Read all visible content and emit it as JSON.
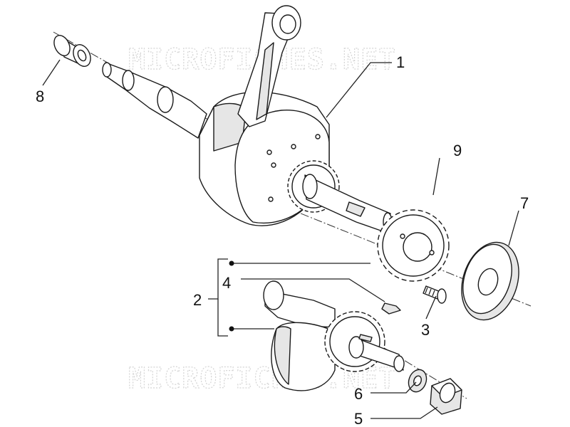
{
  "watermarks": [
    "MICROFICHES.NET",
    "MICROFICHES.NET"
  ],
  "callouts": [
    {
      "id": "1",
      "text": "1"
    },
    {
      "id": "2",
      "text": "2"
    },
    {
      "id": "3",
      "text": "3"
    },
    {
      "id": "4",
      "text": "4"
    },
    {
      "id": "5",
      "text": "5"
    },
    {
      "id": "6",
      "text": "6"
    },
    {
      "id": "7",
      "text": "7"
    },
    {
      "id": "8",
      "text": "8"
    },
    {
      "id": "9",
      "text": "9"
    }
  ],
  "colors": {
    "line": "#1a1a1a",
    "fill": "#ffffff",
    "shade": "#e6e6e6",
    "watermark": "#d4d4d4"
  }
}
